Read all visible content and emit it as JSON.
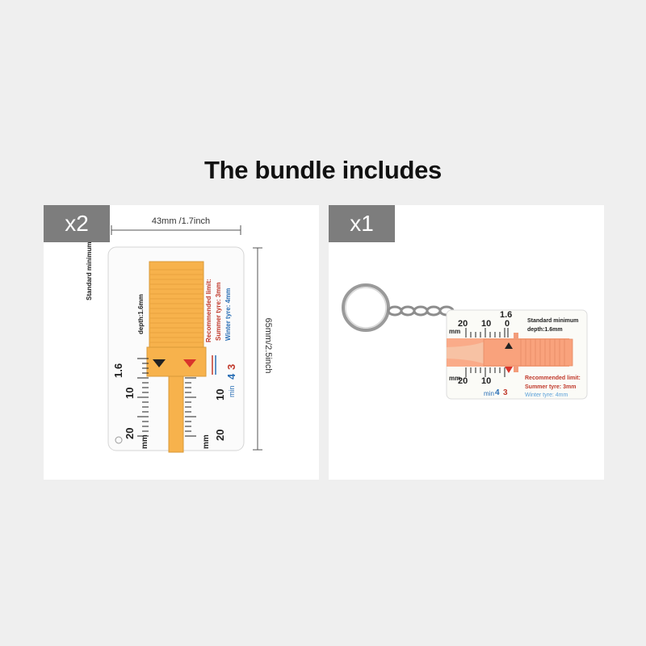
{
  "page": {
    "title": "The bundle includes"
  },
  "items": [
    {
      "quantity_label": "x2",
      "width_dimension": "43mm /1.7inch",
      "height_dimension": "65mm/2.5inch",
      "card_text": {
        "standard_line1": "Standard minimum",
        "standard_line2": "depth:1.6mm",
        "recommended": "Recommended limit:",
        "summer": "Summer tyre: 3mm",
        "winter": "Winter tyre: 4mm",
        "scale_1_6": "1.6",
        "scale_10": "10",
        "scale_20": "20",
        "unit_mm": "mm",
        "min_label": "min",
        "mark_4": "4",
        "mark_3": "3"
      }
    },
    {
      "quantity_label": "x1",
      "card_text": {
        "standard_line1": "Standard minimum",
        "standard_line2": "depth:1.6mm",
        "recommended": "Recommended limit:",
        "summer": "Summer tyre: 3mm",
        "winter": "Winter tyre: 4mm",
        "scale_1_6": "1.6",
        "scale_20": "20",
        "scale_10": "10",
        "scale_0": "0",
        "unit_mm": "mm",
        "min_label": "min",
        "mark_4": "4",
        "mark_3": "3"
      }
    }
  ],
  "colors": {
    "gauge_slider": "#f7b24c",
    "keychain_slider": "#f9a27c",
    "red_text": "#c0392b",
    "blue_text": "#2a6fb5"
  }
}
